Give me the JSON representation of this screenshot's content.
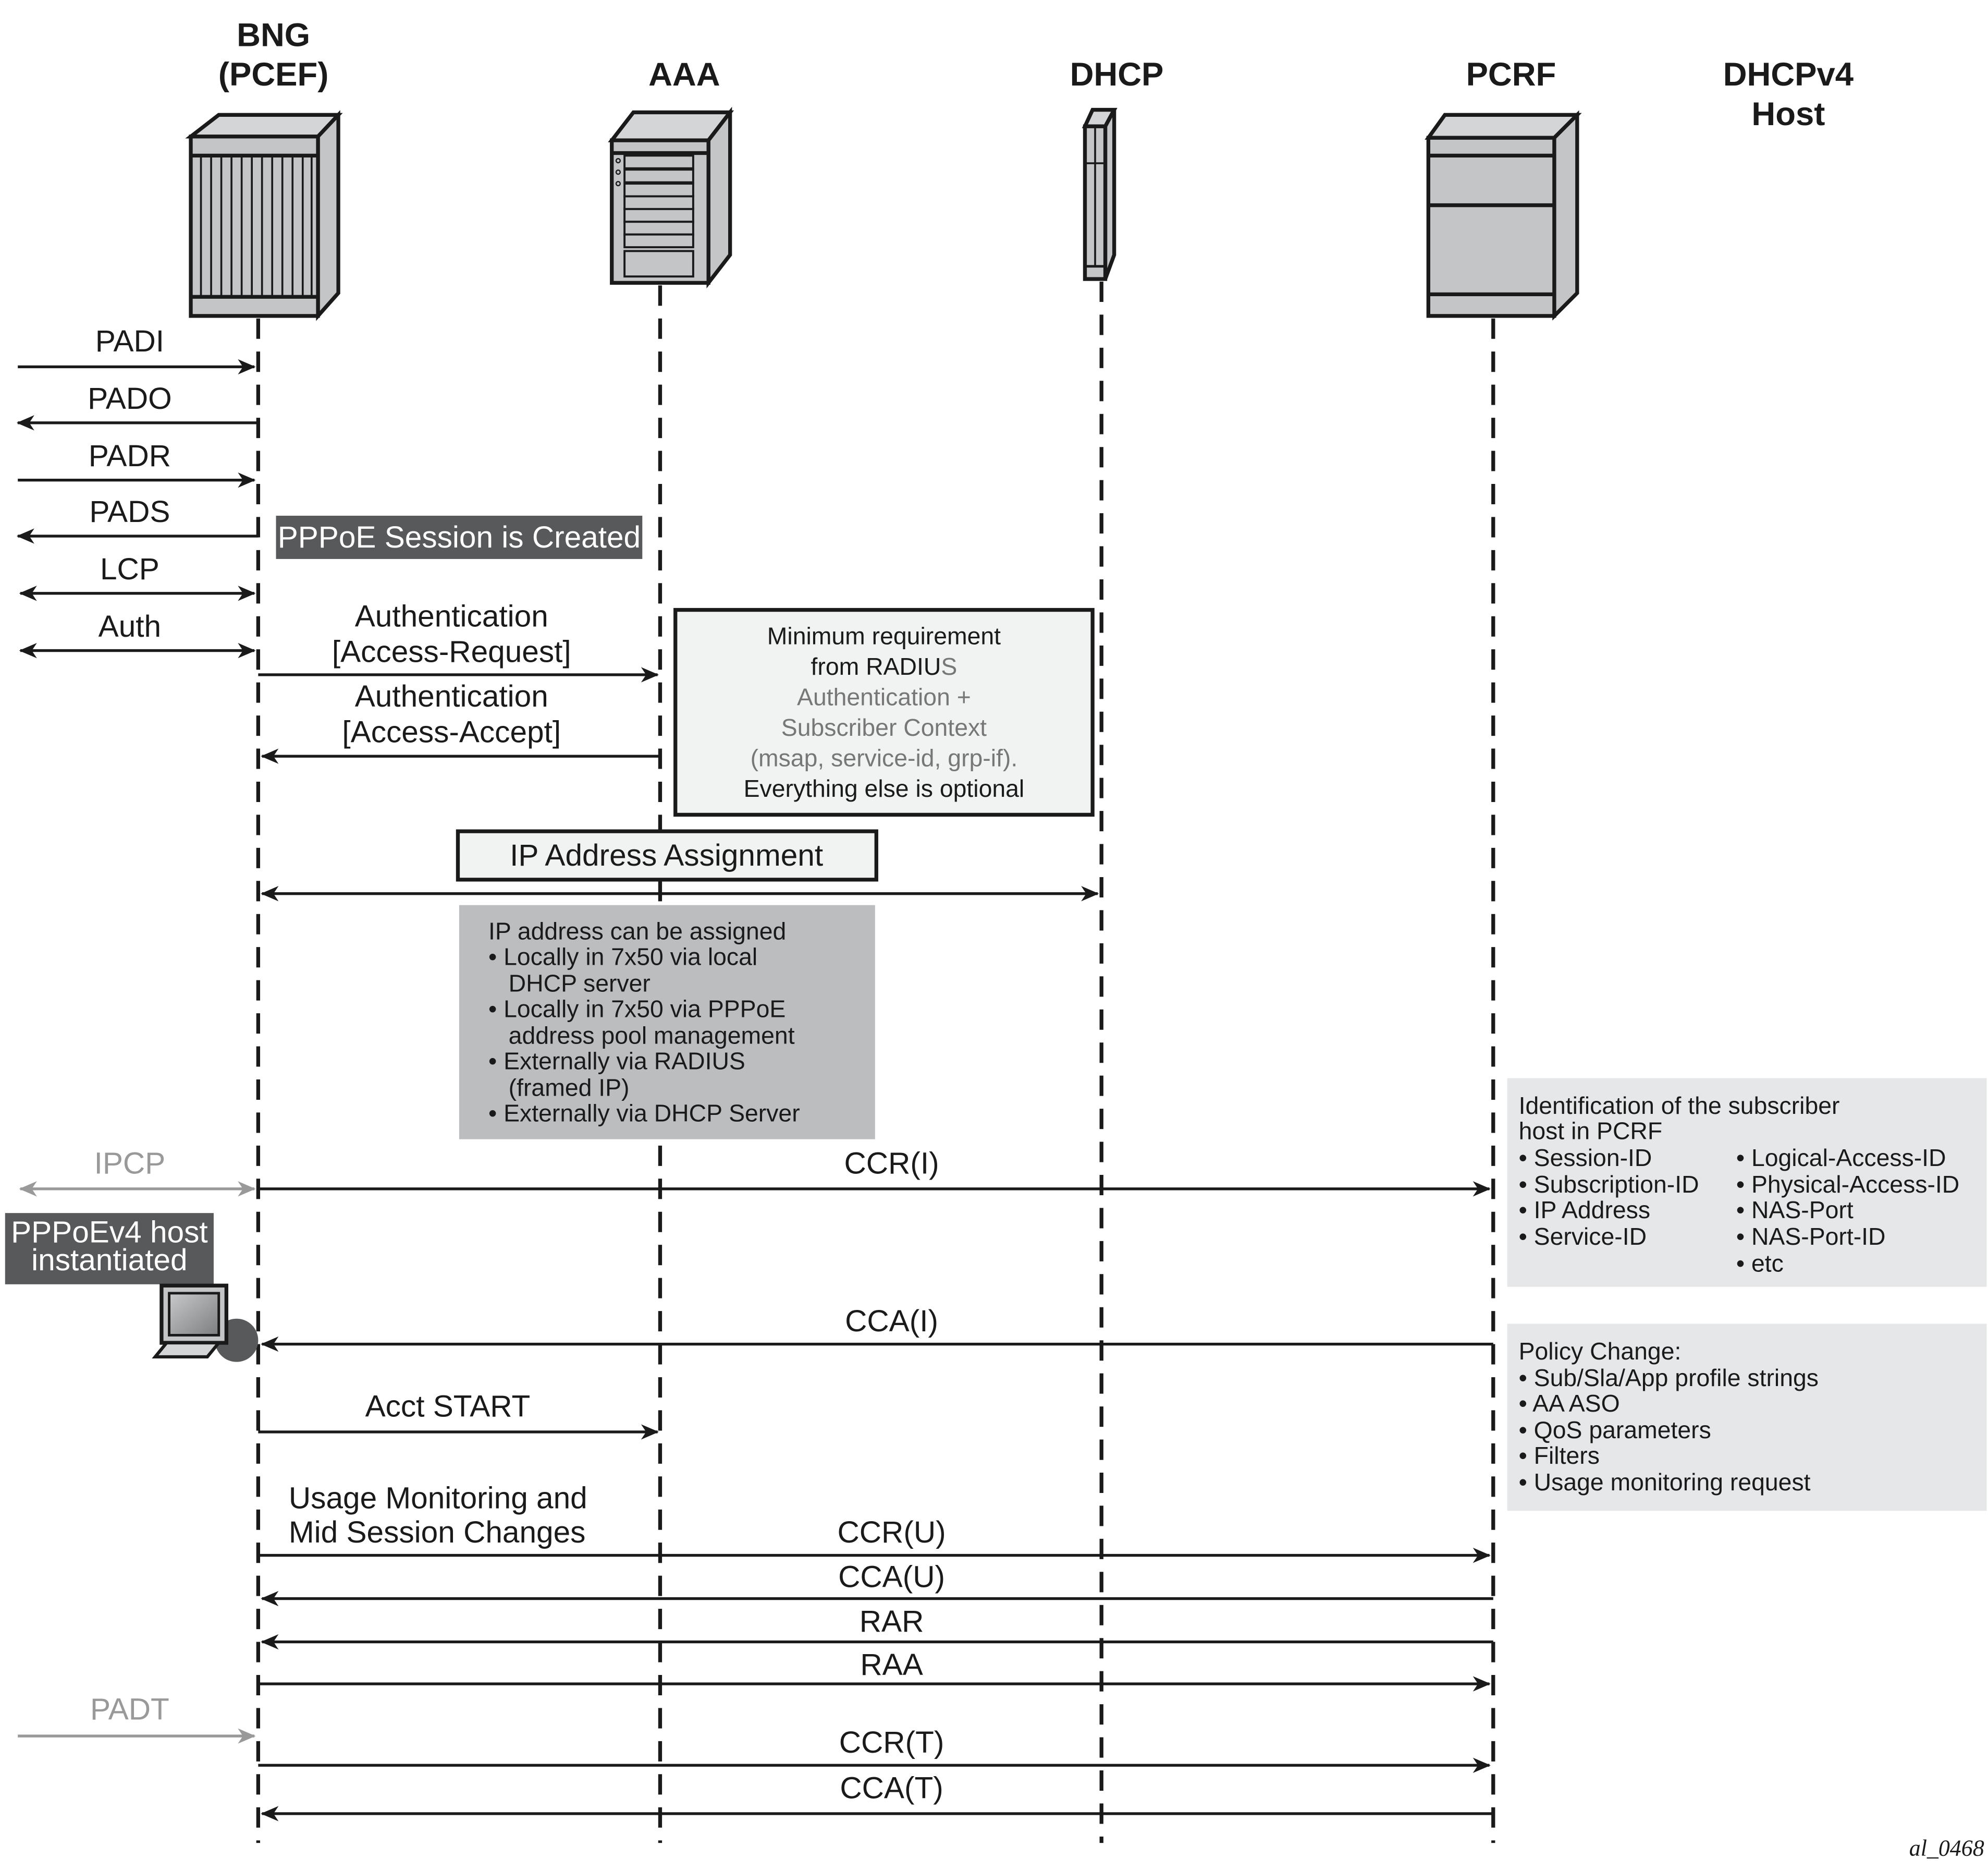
{
  "title": "PPPoEv4 host setup with PCRF (Gx) call flow",
  "figure_id": "al_0468",
  "participants": [
    {
      "id": "bng",
      "label_line1": "BNG",
      "label_line2": "(PCEF)",
      "icon": "chassis-router-icon"
    },
    {
      "id": "aaa",
      "label_line1": "AAA",
      "label_line2": "",
      "icon": "server-icon"
    },
    {
      "id": "dhcp",
      "label_line1": "DHCP",
      "label_line2": "",
      "icon": "blade-server-icon"
    },
    {
      "id": "pcrf",
      "label_line1": "PCRF",
      "label_line2": "",
      "icon": "server-tower-icon"
    },
    {
      "id": "host",
      "label_line1": "DHCPv4",
      "label_line2": "Host",
      "icon": ""
    }
  ],
  "messages": [
    {
      "label": "PADI",
      "from": "client",
      "to": "bng",
      "style": "solid"
    },
    {
      "label": "PADO",
      "from": "bng",
      "to": "client",
      "style": "solid"
    },
    {
      "label": "PADR",
      "from": "client",
      "to": "bng",
      "style": "solid"
    },
    {
      "label": "PADS",
      "from": "bng",
      "to": "client",
      "style": "solid"
    },
    {
      "label": "LCP",
      "from": "client",
      "to": "bng",
      "style": "bidirectional"
    },
    {
      "label": "Auth",
      "from": "client",
      "to": "bng",
      "style": "bidirectional"
    },
    {
      "label": "Authentication",
      "label2": "[Access-Request]",
      "from": "bng",
      "to": "aaa",
      "style": "solid"
    },
    {
      "label": "Authentication",
      "label2": "[Access-Accept]",
      "from": "aaa",
      "to": "bng",
      "style": "solid"
    },
    {
      "label": "",
      "from": "bng",
      "to": "dhcp",
      "style": "bidirectional"
    },
    {
      "label": "IPCP",
      "from": "client",
      "to": "bng",
      "style": "bidirectional-gray"
    },
    {
      "label": "CCR(I)",
      "from": "bng",
      "to": "pcrf",
      "style": "solid"
    },
    {
      "label": "CCA(I)",
      "from": "pcrf",
      "to": "bng",
      "style": "solid"
    },
    {
      "label": "Acct START",
      "from": "bng",
      "to": "aaa",
      "style": "solid"
    },
    {
      "label": "CCR(U)",
      "from": "bng",
      "to": "pcrf",
      "style": "solid"
    },
    {
      "label": "CCA(U)",
      "from": "pcrf",
      "to": "bng",
      "style": "solid"
    },
    {
      "label": "RAR",
      "from": "pcrf",
      "to": "bng",
      "style": "solid"
    },
    {
      "label": "RAA",
      "from": "bng",
      "to": "pcrf",
      "style": "solid"
    },
    {
      "label": "PADT",
      "from": "client",
      "to": "bng",
      "style": "gray"
    },
    {
      "label": "CCR(T)",
      "from": "bng",
      "to": "pcrf",
      "style": "solid"
    },
    {
      "label": "CCA(T)",
      "from": "pcrf",
      "to": "bng",
      "style": "solid"
    }
  ],
  "notes": {
    "session_created": "PPPoE Session is Created",
    "radius_min": {
      "line1": "Minimum requirement",
      "line2a": "from RADIU",
      "line2b": "S",
      "line3": "Authentication +",
      "line4": "Subscriber Context",
      "line5": "(msap, service-id, grp-if).",
      "line6": "Everything else is optional"
    },
    "ip_assignment_title": "IP Address Assignment",
    "ip_assignment": {
      "heading": "IP address can be assigned",
      "lines": [
        "• Locally in 7x50 via local",
        "   DHCP server",
        "• Locally in 7x50 via PPPoE",
        "   address pool management",
        "• Externally via RADIUS",
        "   (framed IP)",
        "• Externally via DHCP Server"
      ]
    },
    "host_instantiated": {
      "line1": "PPPoEv4 host",
      "line2": "instantiated"
    },
    "usage_monitoring": {
      "line1": "Usage Monitoring and",
      "line2": "Mid Session Changes"
    },
    "pcrf_identification": {
      "heading1": "Identification of the subscriber",
      "heading2": "host in PCRF",
      "col1": [
        "• Session-ID",
        "• Subscription-ID",
        "• IP Address",
        "• Service-ID"
      ],
      "col2": [
        "• Logical-Access-ID",
        "• Physical-Access-ID",
        "• NAS-Port",
        "• NAS-Port-ID",
        "• etc"
      ]
    },
    "policy_change": {
      "heading": "Policy Change:",
      "lines": [
        "• Sub/Sla/App profile strings",
        "• AA ASO",
        "• QoS parameters",
        "• Filters",
        "• Usage monitoring request"
      ]
    }
  },
  "colors": {
    "ink": "#1a1a1a",
    "device_light": "#d4d5d7",
    "device_mid": "#c4c5c7",
    "dark_label_bg": "#58595b",
    "note_gray": "#bcbdbf",
    "note_light": "#e6e7e8",
    "box_fill": "#f1f2f2",
    "secondary_text": "#777777"
  }
}
